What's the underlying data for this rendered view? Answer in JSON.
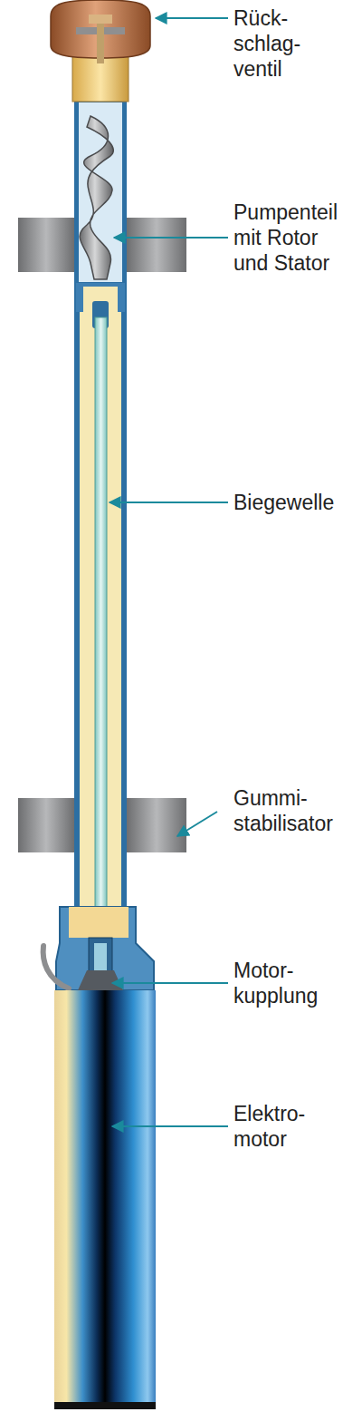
{
  "diagram": {
    "labels": [
      "Rück- schlag- ventil",
      "Pumpenteil mit Rotor und Stator",
      "Biegewelle",
      "Gummi- stabilisator",
      "Motor- kupplung",
      "Elektro- motor"
    ]
  }
}
